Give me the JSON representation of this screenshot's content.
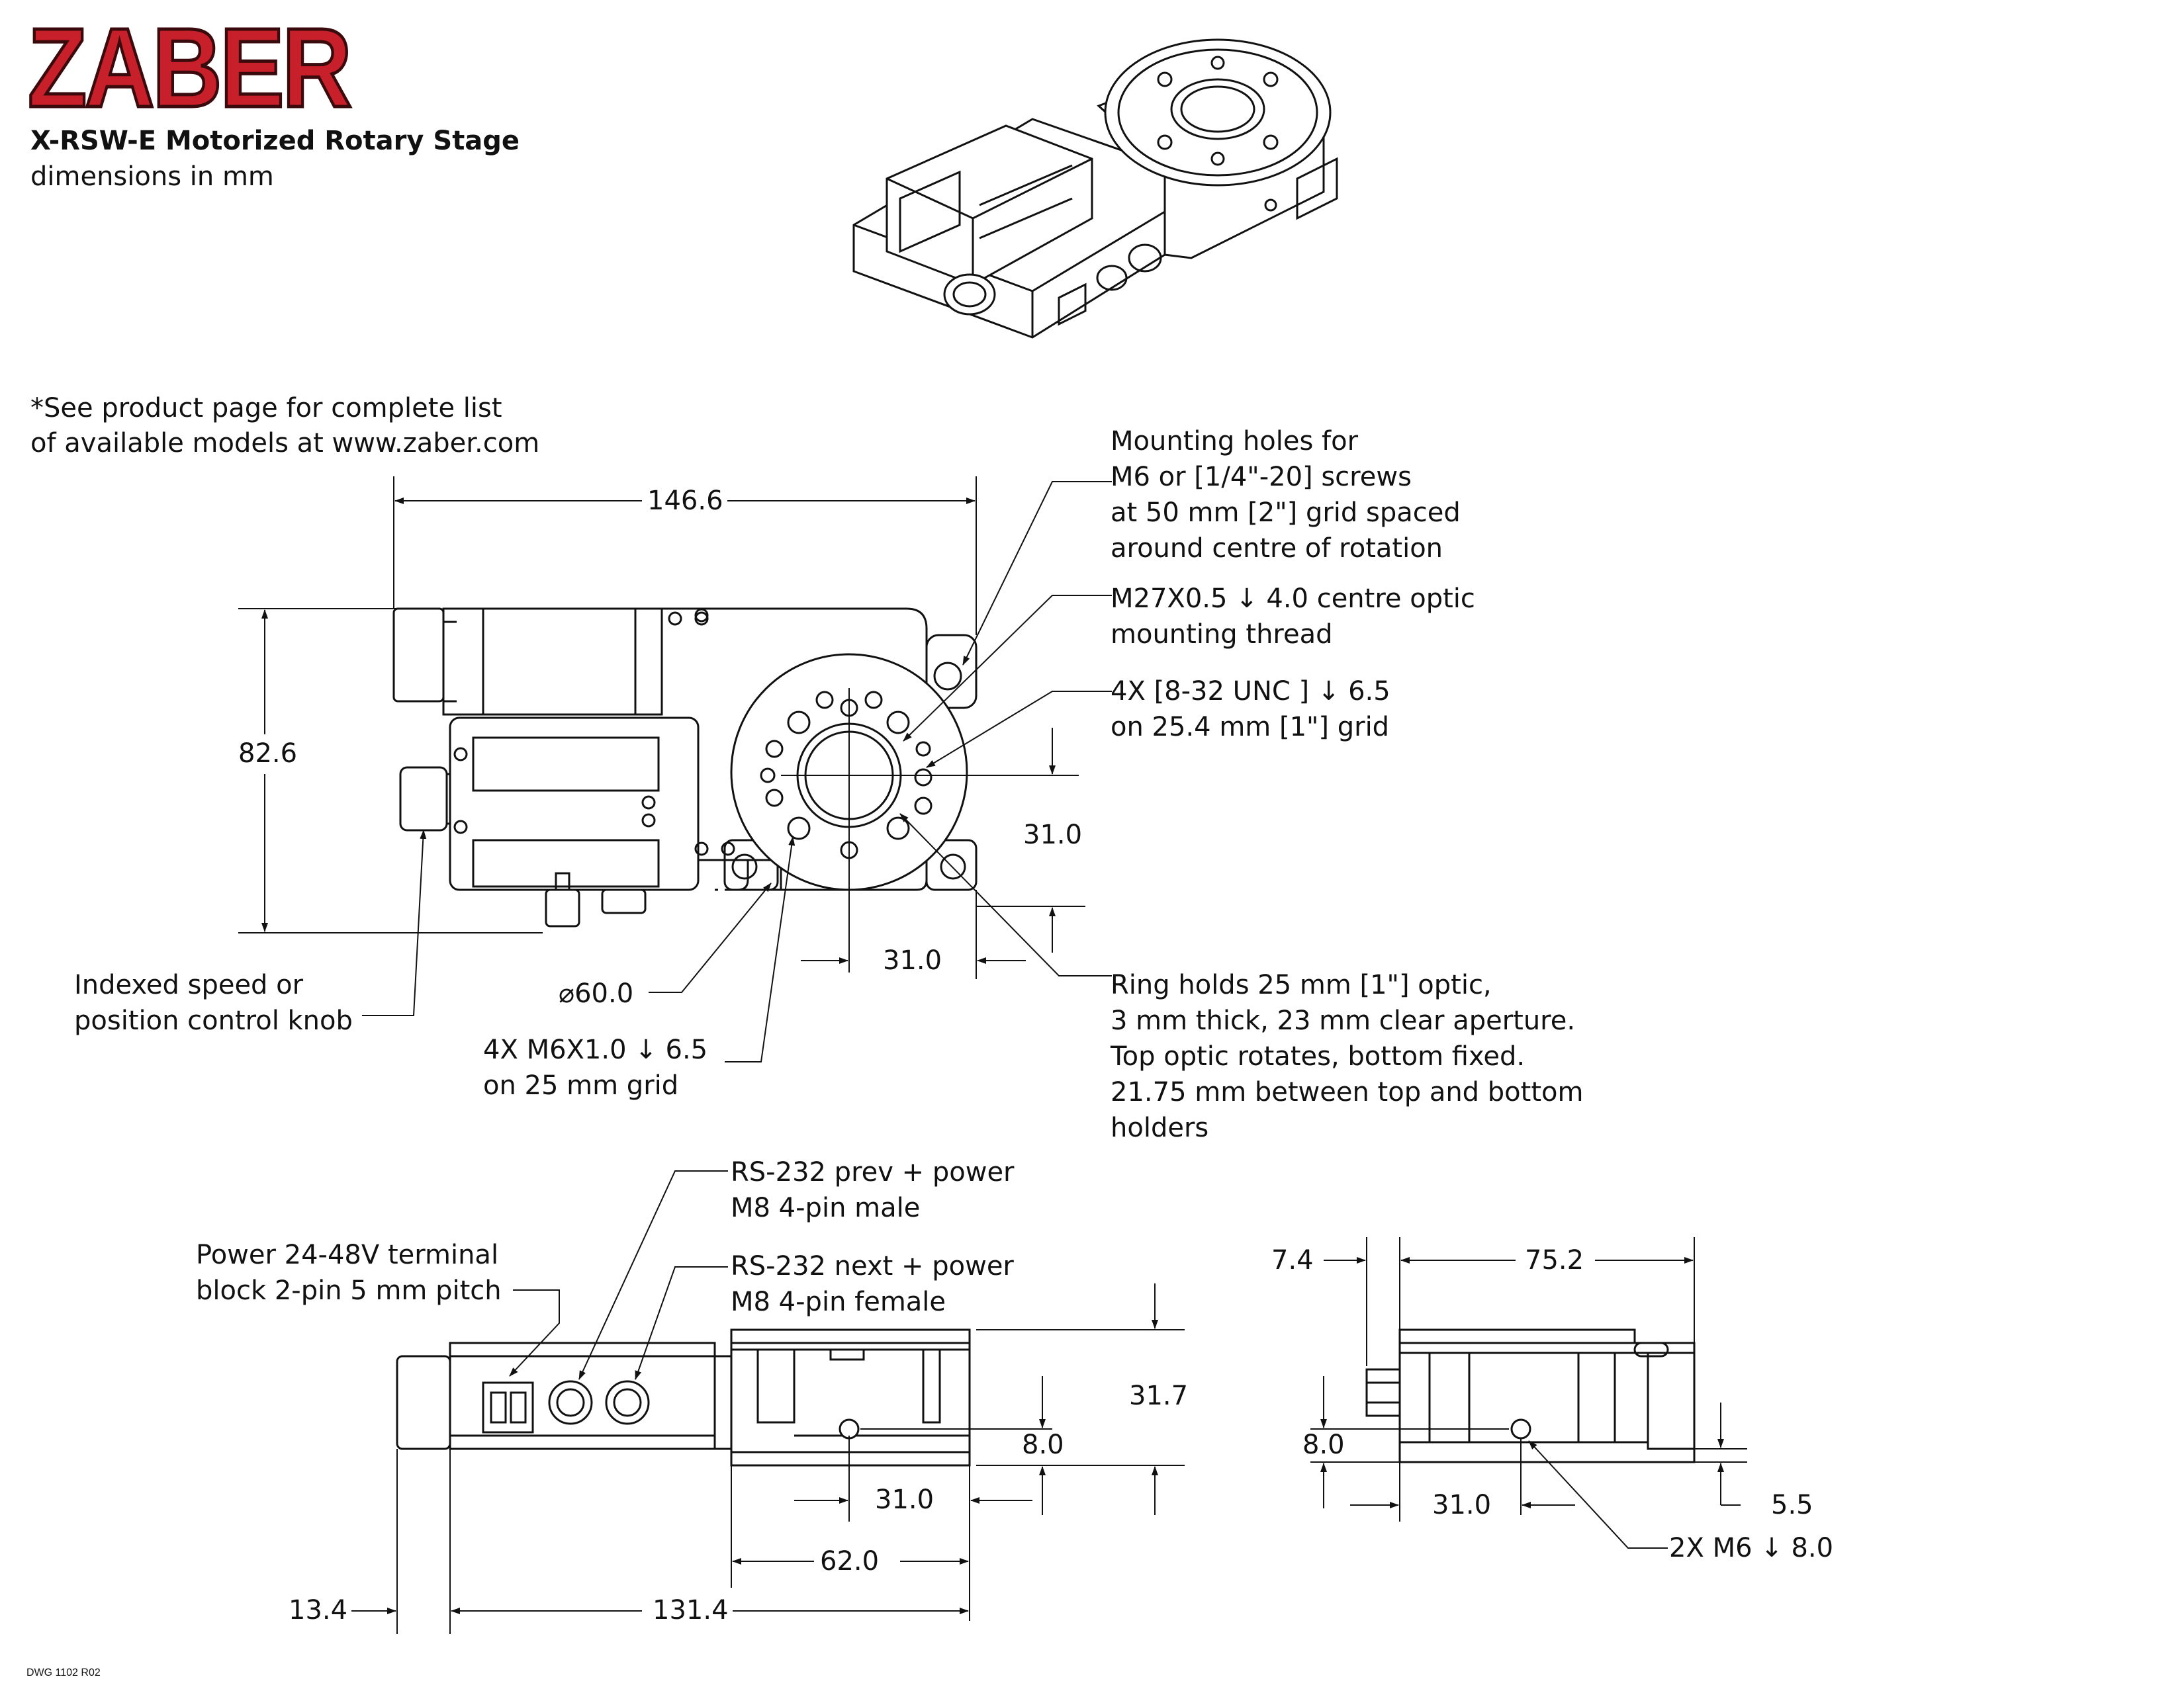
{
  "header": {
    "logo": "ZABER",
    "title": "X-RSW-E Motorized Rotary Stage",
    "subtitle": "dimensions in mm"
  },
  "notes": {
    "models_line1": "*See product page for complete list",
    "models_line2": "of available models at www.zaber.com"
  },
  "top_view": {
    "dim_width": "146.6",
    "dim_height": "82.6",
    "dim_center_x": "31.0",
    "dim_center_y": "31.0",
    "diameter": "60.0",
    "callout_mounting": [
      "Mounting holes for",
      "M6 or [1/4\"-20] screws",
      "at 50 mm [2\"] grid spaced",
      "around centre of rotation"
    ],
    "callout_thread": [
      "M27X0.5 ↓ 4.0 centre optic",
      "mounting thread"
    ],
    "callout_832": [
      "4X [8-32 UNC ] ↓ 6.5",
      "on 25.4 mm [1\"] grid"
    ],
    "callout_ring": [
      "Ring holds 25 mm [1\"] optic,",
      "3 mm thick, 23 mm clear aperture.",
      "Top optic rotates, bottom fixed.",
      "21.75 mm between top and bottom",
      "holders"
    ],
    "callout_knob": [
      "Indexed speed or",
      "position control knob"
    ],
    "callout_m6": [
      "4X M6X1.0 ↓ 6.5",
      "on 25 mm grid"
    ]
  },
  "front_view": {
    "callout_rs232_prev": [
      "RS-232 prev + power",
      "M8 4-pin male"
    ],
    "callout_rs232_next": [
      "RS-232 next + power",
      "M8 4-pin female"
    ],
    "callout_power": [
      "Power 24-48V terminal",
      "block 2-pin 5 mm pitch"
    ],
    "dim_height": "31.7",
    "dim_hole_height": "8.0",
    "dim_hole_x": "31.0",
    "dim_stage_width": "62.0",
    "dim_knob": "13.4",
    "dim_body": "131.4"
  },
  "side_view": {
    "dim_offset": "7.4",
    "dim_width": "75.2",
    "dim_hole_height": "8.0",
    "dim_hole_x": "31.0",
    "dim_bottom": "5.5",
    "callout_hole": "2X M6 ↓ 8.0"
  },
  "footer": {
    "drawing_number": "DWG 1102 R02"
  },
  "colors": {
    "logo_red": "#c8202a",
    "line": "#111111"
  }
}
